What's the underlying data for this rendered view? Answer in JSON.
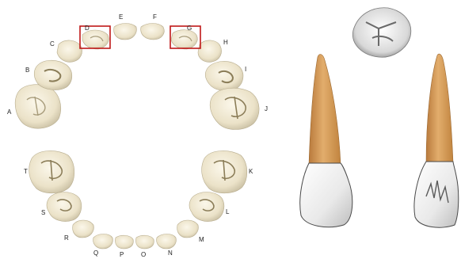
{
  "tooth_labels": {
    "A": "A",
    "B": "B",
    "C": "C",
    "D": "D",
    "E": "E",
    "F": "F",
    "G": "G",
    "H": "H",
    "I": "I",
    "J": "J",
    "K": "K",
    "L": "L",
    "M": "M",
    "N": "N",
    "O": "O",
    "P": "P",
    "Q": "Q",
    "R": "R",
    "S": "S",
    "T": "T"
  },
  "highlighted_teeth": [
    "D",
    "G"
  ],
  "colors": {
    "tooth_fill": "#efe8d4",
    "tooth_shadow": "#c9bfa3",
    "root": "#d39a5a",
    "enamel": "#f2f2f2",
    "highlight_box": "#c01818"
  }
}
